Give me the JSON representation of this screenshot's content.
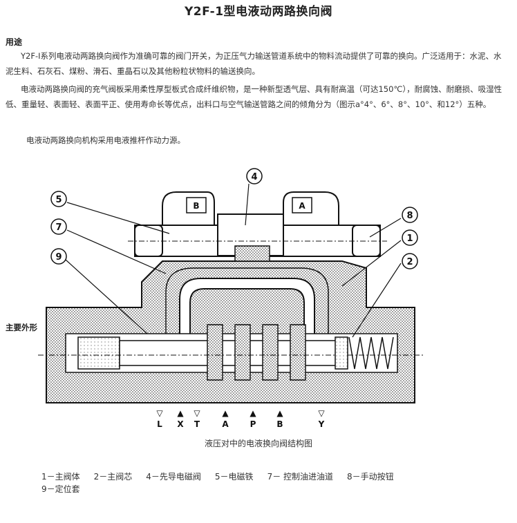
{
  "title": "Y2F-1型电液动两路换向阀",
  "section_label": "用途",
  "paragraphs": [
    "Y2F-Ⅰ系列电液动两路换向阀作为准确可靠的阀门开关，为正压气力输送管道系统中的物料流动提供了可靠的换向。广泛适用于：水泥、水泥生料、石灰石、煤粉、滑石、重晶石以及其他粉粒状物料的输送换向。",
    "电液动两路换向阀的充气阀板采用柔性厚型板式合成纤维织物，是一种新型透气层、具有耐高温（可达150℃），耐腐蚀、耐磨损、吸湿性低、重量轻、表面轻、表面平正、使用寿命长等优点，出料口与空气输送管路之间的倾角分为（图示a°4°、6°、8°、10°、和12°）五种。",
    "电液动两路换向机构采用电液推杆作动力源。"
  ],
  "side_label": "主要外形",
  "diagram": {
    "callouts": [
      "1",
      "2",
      "4",
      "5",
      "7",
      "8",
      "9"
    ],
    "solenoid_labels": [
      "B",
      "A"
    ],
    "ports": [
      {
        "label": "L",
        "marker": "▽"
      },
      {
        "label": "X",
        "marker": "▲"
      },
      {
        "label": "T",
        "marker": "▽"
      },
      {
        "label": "A",
        "marker": "▲"
      },
      {
        "label": "P",
        "marker": "▲"
      },
      {
        "label": "B",
        "marker": "▲"
      },
      {
        "label": "Y",
        "marker": "▽"
      }
    ]
  },
  "caption": "液压对中的电液换向阀结构图",
  "legend": [
    "1－主阀体",
    "2－主阀芯",
    "4－先导电磁阀",
    "5－电磁铁",
    "7－ 控制油进油道",
    "8－手动按钮",
    "9－定位套"
  ]
}
